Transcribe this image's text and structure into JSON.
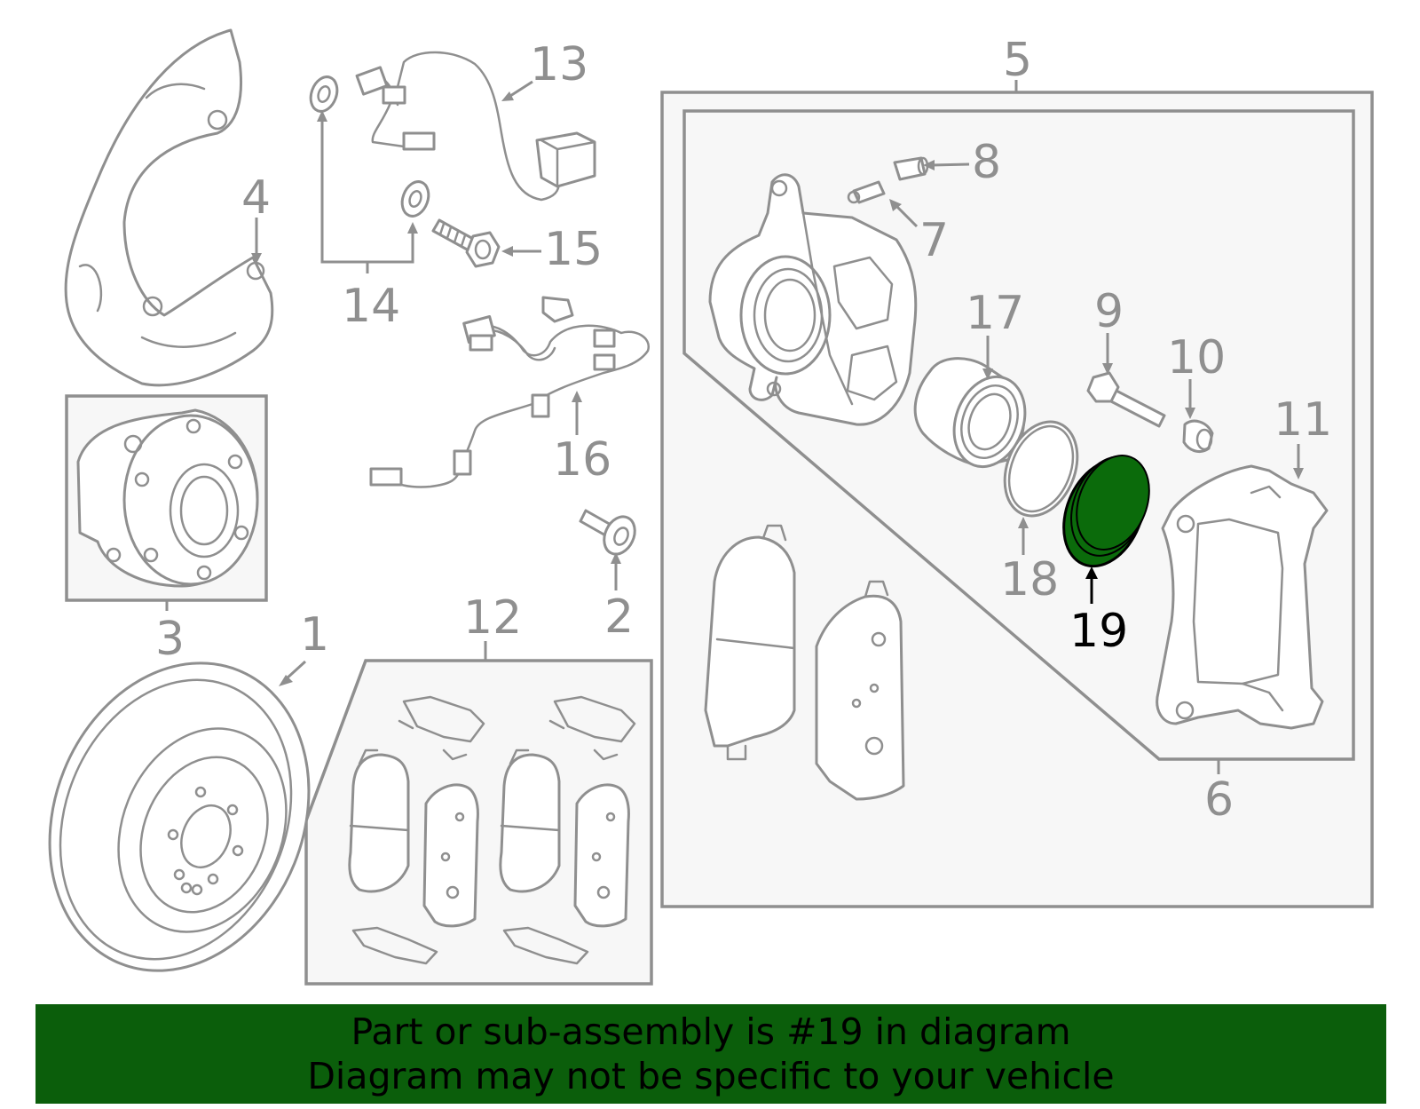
{
  "callouts": {
    "c1": "1",
    "c2": "2",
    "c3": "3",
    "c4": "4",
    "c5": "5",
    "c6": "6",
    "c7": "7",
    "c8": "8",
    "c9": "9",
    "c10": "10",
    "c11": "11",
    "c12": "12",
    "c13": "13",
    "c14": "14",
    "c15": "15",
    "c16": "16",
    "c17": "17",
    "c18": "18",
    "c19": "19"
  },
  "highlight": {
    "part": "19",
    "fill_color": "#0b6b0b",
    "callout_color": "#000000"
  },
  "colors": {
    "line": "#8f8f8f",
    "box_fill": "#f7f7f7",
    "banner": "#0b5e0b"
  },
  "banner": {
    "line1": "Part or sub-assembly is #19 in diagram",
    "line2": "Diagram may not be specific to your vehicle"
  }
}
